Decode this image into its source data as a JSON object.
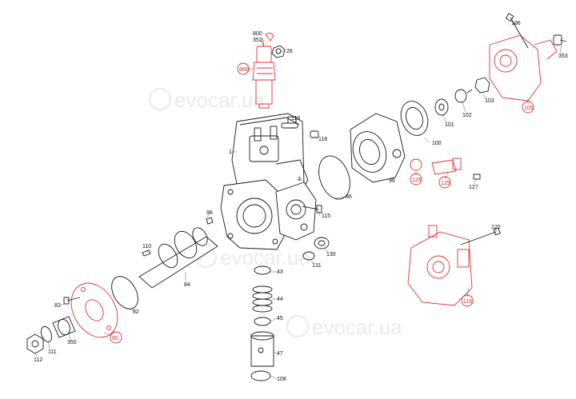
{
  "watermark": {
    "text": "evocar.ua"
  },
  "labels": {
    "p1": "1",
    "p3": "3",
    "p26": "26",
    "p43": "43",
    "p44": "44",
    "p45": "45",
    "p47": "47",
    "p80": "80",
    "p82": "82",
    "p83": "83",
    "p84": "84",
    "p86": "86",
    "p96": "96",
    "p98": "98",
    "p100": "100",
    "p101": "101",
    "p102": "102",
    "p103": "103",
    "p105": "105",
    "p106": "106",
    "p108": "108",
    "p110": "110",
    "p111": "111",
    "p112": "112",
    "p115": "115",
    "p116": "116",
    "p118a": "118",
    "p118b": "118",
    "p120": "120",
    "p125": "125",
    "p126": "126",
    "p127": "127",
    "p130": "130",
    "p131": "131",
    "p350": "350",
    "p352": "352",
    "p353": "353",
    "p800top": "800",
    "p800red": "800"
  },
  "colors": {
    "highlight": "#e03030",
    "line": "#1a1a1a",
    "watermark": "#d7dde3"
  }
}
